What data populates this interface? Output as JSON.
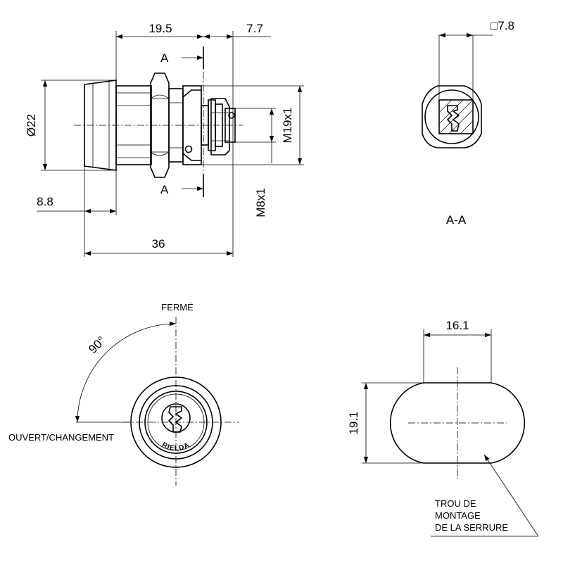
{
  "side_view": {
    "dim_19_5": "19.5",
    "dim_7_7": "7.7",
    "dim_dia22": "Ø22",
    "dim_8_8": "8.8",
    "dim_36": "36",
    "thread_m19": "M19x1",
    "thread_m8": "M8x1",
    "section_top": "A",
    "section_bottom": "A"
  },
  "section_view": {
    "dim_square": "□7.8",
    "label": "A-A"
  },
  "front_view": {
    "ferme": "FERMÉ",
    "angle": "90°",
    "ouvert": "OUVERT/CHANGEMENT",
    "brand": "RIELDA"
  },
  "cutout_view": {
    "dim_width": "16.1",
    "dim_height": "19.1",
    "note_line1": "TROU DE",
    "note_line2": "MONTAGE",
    "note_line3": "DE LA SERRURE"
  }
}
